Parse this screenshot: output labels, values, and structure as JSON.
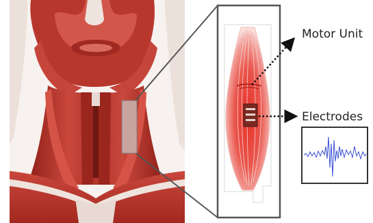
{
  "labels": {
    "motor_unit": "Motor Unit",
    "electrodes": "Electrodes"
  },
  "colors": {
    "muscle_red": "#c0392b",
    "skin_light": "#efe3dd",
    "zoom_frame": "#555555",
    "emg_trace": "#3a4fd0",
    "sensor_patch": "#c9aaa6",
    "electrode_dark": "#7a2a22"
  },
  "icons": {
    "arrow_style": "dotted-arrow"
  }
}
